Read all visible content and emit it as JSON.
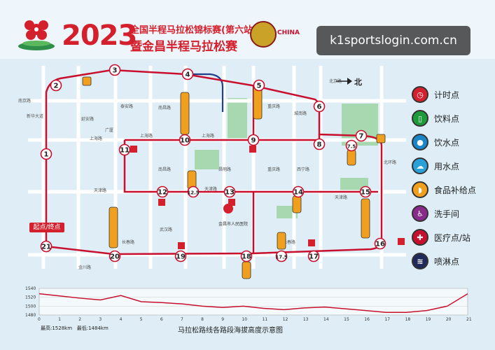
{
  "header": {
    "year": "2023",
    "title_line1": "全国半程马拉松锦标赛(第六站)",
    "title_line2": "暨金昌半程马拉松赛",
    "china_logo": "CHINA",
    "watermark": "k1sportslogin.com.cn"
  },
  "map": {
    "north_label": "北",
    "start_label": "起点/终点",
    "hospital_label": "金昌市人民医院",
    "streets": [
      {
        "label": "南京路"
      },
      {
        "label": "新华大道"
      },
      {
        "label": "延安路"
      },
      {
        "label": "泰安路"
      },
      {
        "label": "广厦"
      },
      {
        "label": "上海路"
      },
      {
        "label": "南昌路"
      },
      {
        "label": "昌明路"
      },
      {
        "label": "重庆路"
      },
      {
        "label": "西宁路"
      },
      {
        "label": "天津路"
      },
      {
        "label": "北京路"
      },
      {
        "label": "长春路"
      },
      {
        "label": "金川路"
      },
      {
        "label": "武汉路"
      },
      {
        "label": "北环路"
      },
      {
        "label": "城南路"
      }
    ],
    "checkpoints": [
      "1",
      "2",
      "3",
      "4",
      "5",
      "6",
      "7",
      "7.5",
      "8",
      "9",
      "10",
      "11",
      "12",
      "12.5",
      "13",
      "14",
      "15",
      "16",
      "17",
      "17.5",
      "18",
      "19",
      "20",
      "21"
    ],
    "colors": {
      "route": "#c8102e",
      "blue_route": "#1f3f8a",
      "park": "#a8d8b0"
    }
  },
  "legend": [
    {
      "icon": "timer-icon",
      "label": "计时点",
      "color": "#d4202c"
    },
    {
      "icon": "drink-icon",
      "label": "饮料点",
      "color": "#1e9a3a"
    },
    {
      "icon": "water-icon",
      "label": "饮水点",
      "color": "#1a86c8"
    },
    {
      "icon": "sponge-icon",
      "label": "用水点",
      "color": "#2aa0d8"
    },
    {
      "icon": "food-icon",
      "label": "食品补给点",
      "color": "#f0a01e"
    },
    {
      "icon": "toilet-icon",
      "label": "洗手间",
      "color": "#8a2a8a"
    },
    {
      "icon": "medical-icon",
      "label": "医疗点/站",
      "color": "#c8102e"
    },
    {
      "icon": "shower-icon",
      "label": "喷淋点",
      "color": "#1f2a5a"
    }
  ],
  "profile": {
    "caption": "马拉松路线各路段海拔高度示意图",
    "max_label": "最高:1528km",
    "min_label": "最低:1484km",
    "y_ticks": [
      "1540",
      "1520",
      "1500",
      "1480"
    ],
    "x_ticks": [
      "0",
      "1",
      "2",
      "3",
      "4",
      "5",
      "6",
      "7",
      "8",
      "9",
      "10",
      "11",
      "12",
      "13",
      "14",
      "15",
      "16",
      "17",
      "18",
      "19",
      "20",
      "21"
    ],
    "elevation": [
      1528,
      1523,
      1518,
      1514,
      1524,
      1510,
      1508,
      1505,
      1500,
      1497,
      1500,
      1495,
      1492,
      1496,
      1498,
      1494,
      1490,
      1486,
      1486,
      1490,
      1500,
      1528
    ]
  }
}
